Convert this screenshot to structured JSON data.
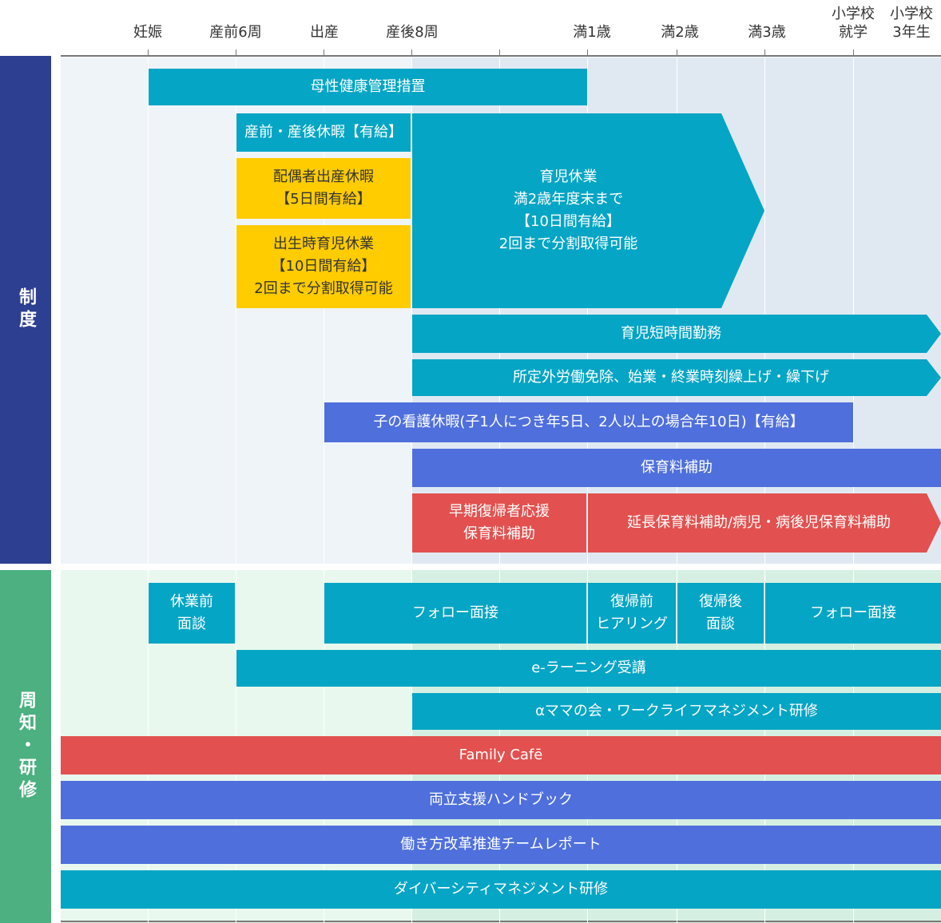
{
  "colors": {
    "teal": "#05a5c5",
    "yellow": "#ffcc00",
    "blue": "#4f6fdd",
    "red": "#e2514f",
    "navy": "#2c3f91",
    "green": "#4cb080"
  },
  "axis": {
    "labels": [
      "妊娠",
      "産前6周",
      "出産",
      "産後8周",
      "満1歳",
      "満2歳",
      "満3歳",
      "小学校\n就学",
      "小学校\n3年生"
    ]
  },
  "sections": {
    "system": "制度",
    "awareness": "周知・研修"
  },
  "system_bars": {
    "maternal_health": "母性健康管理措置",
    "maternity_leave": "産前・産後休暇【有給】",
    "spouse_leave": "配偶者出産休暇\n【5日間有給】",
    "birth_childcare_leave": "出生時育児休業\n【10日間有給】\n2回まで分割取得可能",
    "childcare_leave": "育児休業\n満2歳年度末まで\n【10日間有給】\n2回まで分割取得可能",
    "short_hours": "育児短時間勤務",
    "overtime_exemption": "所定外労働免除、始業・終業時刻繰上げ・繰下げ",
    "child_nursing_leave": "子の看護休暇(子1人につき年5日、2人以上の場合年10日)【有給】",
    "daycare_subsidy": "保育料補助",
    "early_return_subsidy": "早期復帰者応援\n保育料補助",
    "extended_daycare_subsidy": "延長保育料補助/病児・病後児保育料補助"
  },
  "awareness_bars": {
    "pre_leave_interview": "休業前\n面談",
    "follow_up_1": "フォロー面接",
    "pre_return_hearing": "復帰前\nヒアリング",
    "post_return_interview": "復帰後\n面談",
    "follow_up_2": "フォロー面接",
    "elearning": "e-ラーニング受講",
    "alpha_mama": "αママの会・ワークライフマネジメント研修",
    "family_cafe": "Family Cafē",
    "handbook": "両立支援ハンドブック",
    "reform_report": "働き方改革推進チームレポート",
    "diversity_training": "ダイバーシティマネジメント研修"
  }
}
